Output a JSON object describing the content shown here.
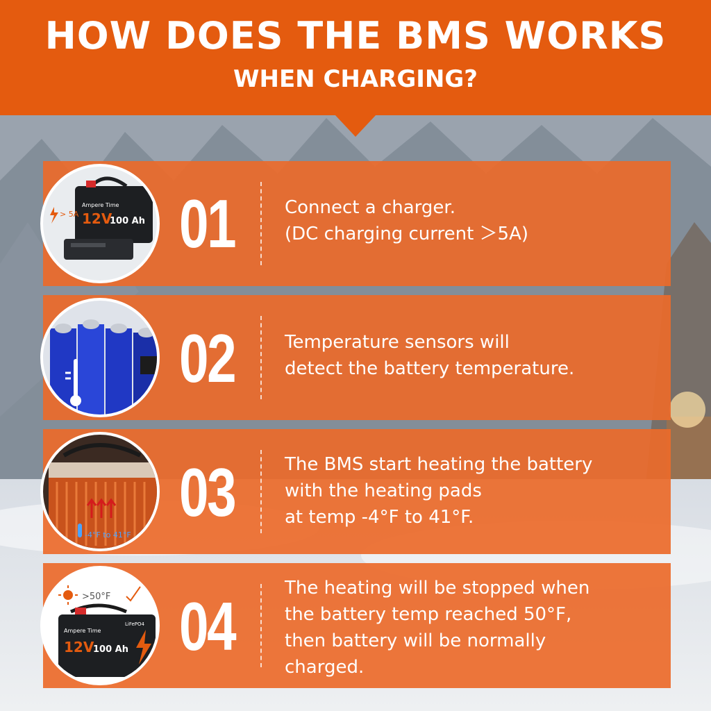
{
  "header": {
    "title": "HOW DOES THE BMS WORKS",
    "subtitle": "WHEN CHARGING?",
    "background_color": "#e45b0f"
  },
  "steps": [
    {
      "number": "01",
      "lines": [
        "Connect a charger.",
        "(DC charging current ＞5A)"
      ],
      "illustration": "charger-battery-icon",
      "badge": "> 5A"
    },
    {
      "number": "02",
      "lines": [
        "Temperature sensors will",
        "detect the battery temperature."
      ],
      "illustration": "battery-cells-thermometer-icon"
    },
    {
      "number": "03",
      "lines": [
        "The BMS start heating the battery",
        "with the heating pads",
        "at temp -4°F to 41°F."
      ],
      "illustration": "heating-pads-icon",
      "badge": "-4°F to 41°F"
    },
    {
      "number": "04",
      "lines": [
        "The heating will be stopped when",
        "the battery temp reached 50°F,",
        "then battery will be normally",
        "charged."
      ],
      "illustration": "charged-battery-icon",
      "badge": ">50°F"
    }
  ],
  "battery_label": {
    "brand": "Ampere Time",
    "voltage": "12V",
    "capacity": "100 Ah",
    "chemistry": "LiFePO4"
  },
  "colors": {
    "card": "#ec6a2a",
    "text": "#ffffff",
    "accent": "#e45b0f"
  }
}
